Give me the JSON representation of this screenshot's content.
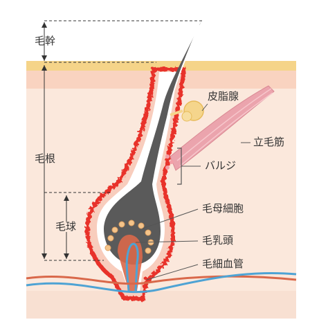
{
  "labels": {
    "moukan": "毛幹",
    "mokon": "毛根",
    "mokyu": "毛球",
    "hishisen": "皮脂腺",
    "rimokin": "立毛筋",
    "bulge": "バルジ",
    "moboibo": "毛母細胞",
    "monyuto": "毛乳頭",
    "mosaikekkan": "毛細血管"
  },
  "colors": {
    "skin_surface": "#f5d489",
    "epidermis": "#f9d9c8",
    "dermis": "#fbe8dc",
    "hair": "#5a5a5a",
    "follicle_edge": "#e8312a",
    "sebaceous_gland": "#f5d58c",
    "muscle": "#e9a0aa",
    "artery": "#d9684a",
    "vein": "#4ea3d4",
    "dermal_papilla": "#d9684a"
  }
}
